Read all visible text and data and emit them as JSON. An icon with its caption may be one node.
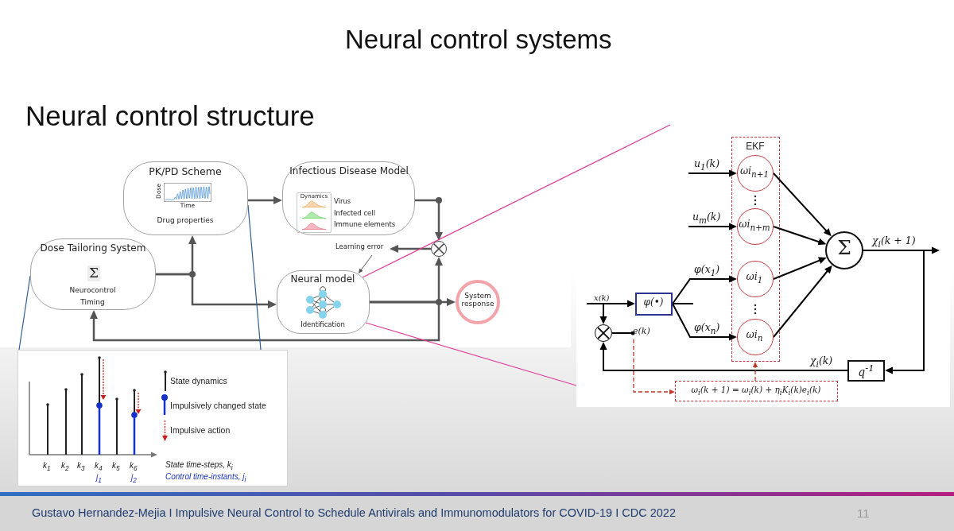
{
  "diagram": {
    "title": "Neural control systems",
    "nodes": [
      {
        "text": [
          "PK/PD Scheme",
          "Dose",
          "Time",
          "Drug properties"
        ]
      },
      {
        "text": [
          "Infectious Disease Model",
          "Dynamics",
          "Virus",
          "Infected cell",
          "Immune elements"
        ]
      },
      {
        "text": [
          "Dose Tailoring System",
          "Σ",
          "Neurocontrol",
          "Timing"
        ]
      },
      {
        "text": [
          "Neural model",
          "Identification"
        ]
      },
      {
        "text": [],
        "shape": "circle"
      },
      {
        "text": [
          "Learning error"
        ]
      },
      {
        "text": [
          "System response"
        ]
      },
      {
        "text": [],
        "shape": "picture"
      },
      {
        "text": [],
        "shape": "box"
      },
      {
        "text": [
          "EKF"
        ],
        "in": 8
      },
      {
        "text": [
          "ωi$_{n+1}$"
        ],
        "in": 9
      },
      {
        "text": [
          "ωi$_{n+m}$"
        ],
        "in": 9
      },
      {
        "text": [
          "ωi$_{1}$"
        ],
        "in": 9
      },
      {
        "text": [
          "ωi$_{n}$"
        ],
        "in": 9
      },
      {
        "text": [
          "Σ"
        ],
        "in": 8
      },
      {
        "text": [
          "φ(•)"
        ],
        "in": 8
      },
      {
        "text": [
          "q$^{-1}$"
        ],
        "in": 8
      },
      {
        "text": [],
        "shape": "circle",
        "in": 8
      },
      {
        "text": [
          "e(k)"
        ],
        "in": 8
      },
      {
        "text": [
          "ω$_{i}$(k + 1) = ω$_{i}$(k) + η$_{i}$K$_{i}$(k)e$_{i}$(k)"
        ],
        "in": 8
      }
    ],
    "edges": [
      {
        "from": 0,
        "to": 1,
        "arrow": "to",
        "color": "#555555"
      },
      {
        "from": 2,
        "to": 0,
        "arrow": "to",
        "color": "#555555"
      },
      {
        "from": 2,
        "to": 3,
        "arrow": "to",
        "color": "#555555"
      },
      {
        "from": 1,
        "to": 4,
        "arrow": "to",
        "color": "#555555"
      },
      {
        "from": 3,
        "to": 4,
        "arrow": "to",
        "color": "#555555"
      },
      {
        "from": 4,
        "to": 5,
        "arrow": "to",
        "color": "#555555"
      },
      {
        "from": 5,
        "to": 3,
        "arrow": "to",
        "color": "#555555"
      },
      {
        "from": 3,
        "to": 6,
        "arrow": "to",
        "color": "#555555"
      },
      {
        "from": 3,
        "to": 2,
        "arrow": "to",
        "color": "#555555"
      },
      {
        "from": 2,
        "to": 7,
        "arrow": "none",
        "color": "#2e5e8c"
      },
      {
        "from": 0,
        "to": 7,
        "arrow": "none",
        "color": "#2e5e8c"
      },
      {
        "from": 3,
        "to": 8,
        "arrow": "none",
        "color": "#e0409a"
      },
      {
        "from": 3,
        "to": 8,
        "arrow": "none",
        "color": "#e0409a"
      },
      {
        "from": null,
        "to": 10,
        "arrow": "to",
        "label": "u$_{1}$(k)"
      },
      {
        "from": null,
        "to": 11,
        "arrow": "to",
        "label": "u$_{m}$(k)"
      },
      {
        "from": null,
        "to": 15,
        "arrow": "to",
        "label": "x(k)"
      },
      {
        "from": null,
        "to": 17,
        "arrow": "to"
      },
      {
        "from": 15,
        "to": 12,
        "arrow": "to",
        "label": "φ(x$_{1}$)"
      },
      {
        "from": 15,
        "to": 13,
        "arrow": "to",
        "label": "φ(x$_{n}$)"
      },
      {
        "from": 10,
        "to": 14,
        "arrow": "to"
      },
      {
        "from": 11,
        "to": 14,
        "arrow": "to"
      },
      {
        "from": 12,
        "to": 14,
        "arrow": "to"
      },
      {
        "from": 13,
        "to": 14,
        "arrow": "to"
      },
      {
        "from": 14,
        "to": null,
        "arrow": "to",
        "label": "χ$_{i}$(k + 1)"
      },
      {
        "from": 14,
        "to": 16,
        "arrow": "to"
      },
      {
        "from": 16,
        "to": 17,
        "arrow": "to",
        "label": "χ$_{i}$(k)"
      },
      {
        "from": 17,
        "to": 18,
        "arrow": "other"
      },
      {
        "from": 18,
        "to": 19,
        "arrow": "to",
        "style": "dashed",
        "color": "#c0392b"
      },
      {
        "from": 19,
        "to": 9,
        "arrow": "to",
        "style": "dashed",
        "color": "#c0392b"
      }
    ],
    "labels": [
      "Neural control structure",
      "k$_{1}$",
      "k$_{2}$",
      "k$_{3}$",
      "k$_{4}$",
      "k$_{5}$",
      "k$_{6}$",
      "j$_{1}$",
      "j$_{2}$",
      "State time-steps, k$_{i}$",
      "Control time-instants, j$_{i}$",
      "Gustavo Hernandez-Mejia I Impulsive Neural Control to Schedule Antivirals and Immunomodulators for COVID-19 I CDC 2022",
      "11"
    ],
    "legend": [
      {
        "text": "State dynamics"
      },
      {
        "text": "Impulsively changed state"
      },
      {
        "text": "Impulsive action"
      }
    ]
  }
}
